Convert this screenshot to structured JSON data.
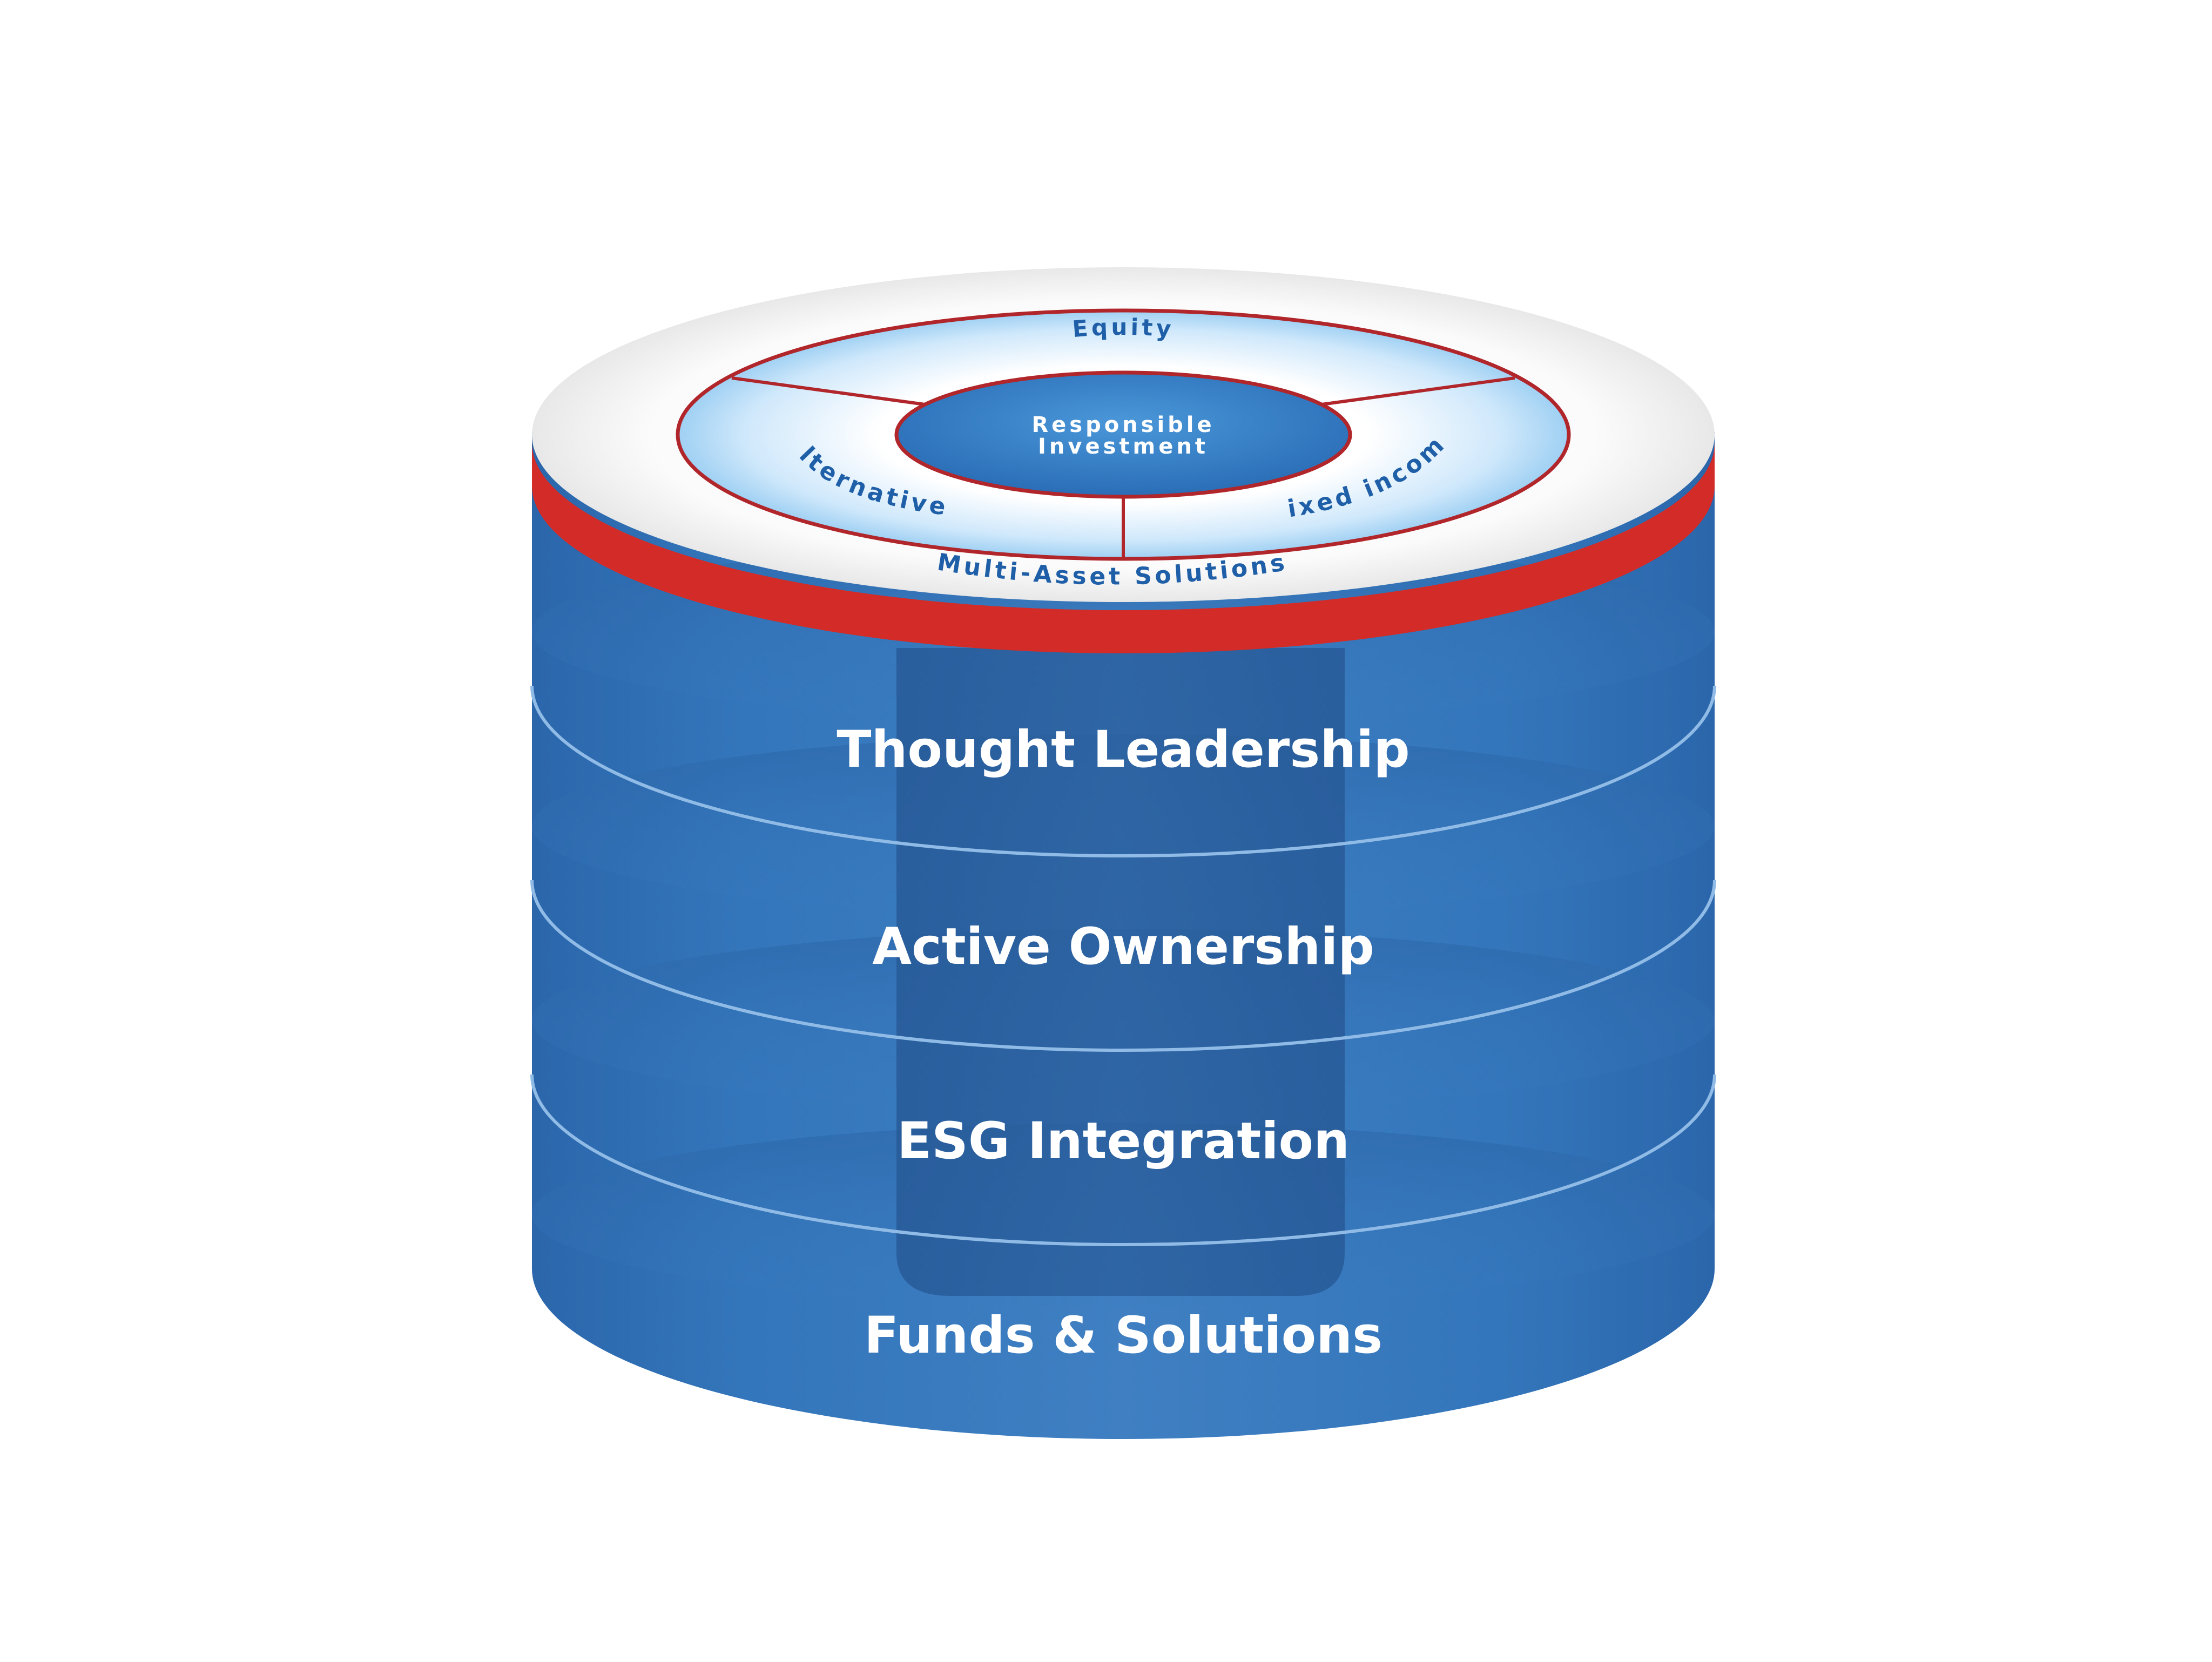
{
  "center": {
    "line1": "Responsible",
    "line2": "Investment"
  },
  "segments": {
    "top": "Equity",
    "right": "Fixed income",
    "left": "Alternatives"
  },
  "rim_label": "Multi-Asset Solutions",
  "layers": [
    "Thought Leadership",
    "Active Ownership",
    "ESG Integration",
    "Funds & Solutions"
  ],
  "colors": {
    "cylinder_blue": "#2f6db0",
    "cylinder_dark": "#26599b",
    "column_blue": "#2a5f9e",
    "red_band": "#d32b27",
    "disc_white": "#ffffff",
    "ring_light": "#cfe8fb",
    "ring_outline": "#b0262a",
    "center_blue": "#3583cc",
    "label_blue": "#1f5fa8",
    "text_white": "#ffffff"
  }
}
